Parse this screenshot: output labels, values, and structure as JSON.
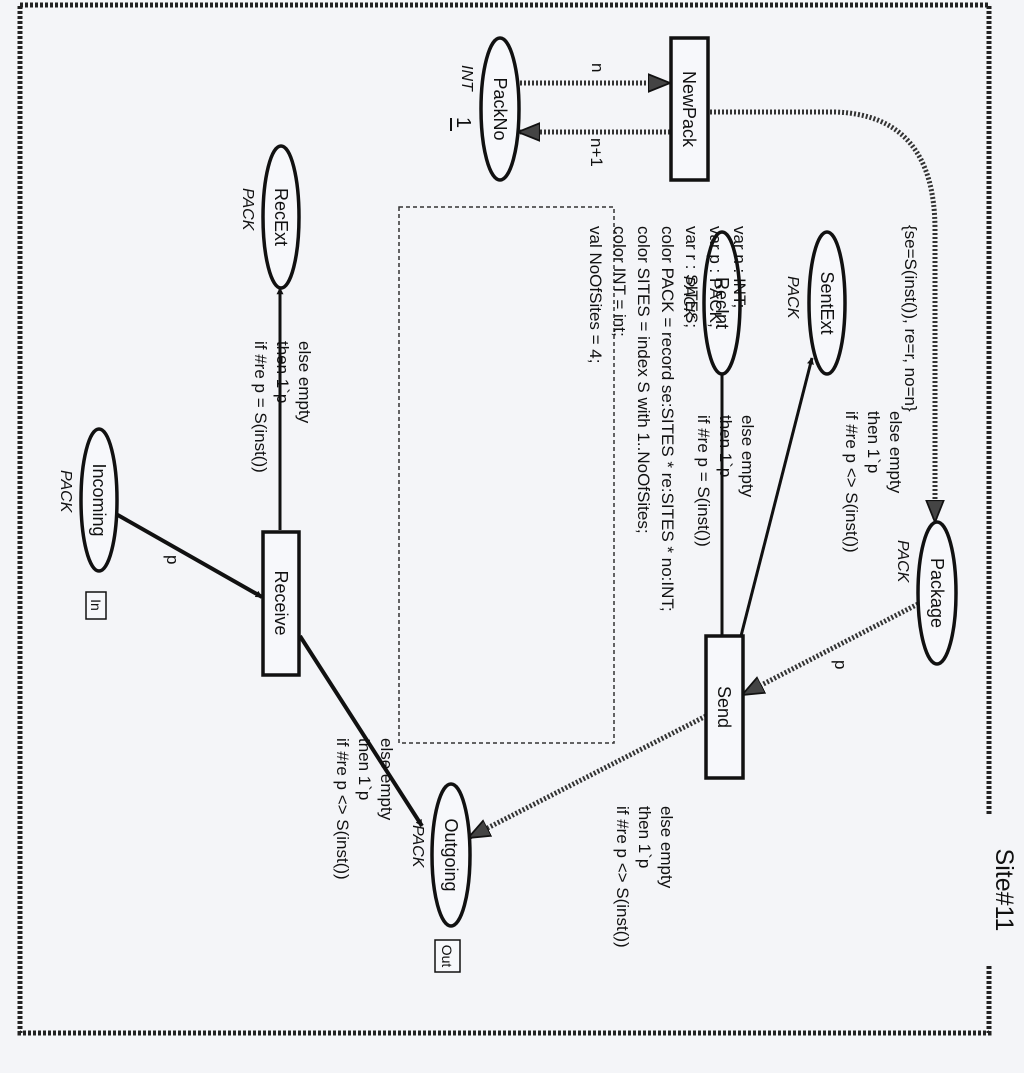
{
  "page": {
    "title": "Site#11"
  },
  "places": {
    "packno": {
      "name": "PackNo",
      "type": "INT",
      "marking": "1"
    },
    "recext": {
      "name": "RecExt",
      "type": "PACK"
    },
    "sentext": {
      "name": "SentExt",
      "type": "PACK"
    },
    "recint": {
      "name": "RecInt",
      "type": "PACK"
    },
    "incoming": {
      "name": "Incoming",
      "type": "PACK",
      "port": "In"
    },
    "package": {
      "name": "Package",
      "type": "PACK"
    },
    "outgoing": {
      "name": "Outgoing",
      "type": "PACK",
      "port": "Out"
    }
  },
  "transitions": {
    "newpack": {
      "name": "NewPack"
    },
    "receive": {
      "name": "Receive"
    },
    "send": {
      "name": "Send"
    }
  },
  "arcs": {
    "packno_newpack": "n",
    "newpack_packno": "n+1",
    "newpack_package": "{se=S(inst()), re=r, no=n}",
    "receive_recext": [
      "if #re p = S(inst())",
      "then 1`p",
      "else empty"
    ],
    "send_sentext": [
      "if #re p <> S(inst())",
      "then 1`p",
      "else empty"
    ],
    "send_recint": [
      "if #re p = S(inst())",
      "then 1`p",
      "else empty"
    ],
    "incoming_receive": "p",
    "package_send": "p",
    "receive_outgoing": [
      "if #re p <> S(inst())",
      "then 1`p",
      "else empty"
    ],
    "send_outgoing": [
      "if #re p <> S(inst())",
      "then 1`p",
      "else empty"
    ]
  },
  "declarations": [
    "val NoOfSites = 4;",
    "color INT = int;",
    "color SITES = index S with 1..NoOfSites;",
    "color PACK  = record se:SITES * re:SITES * no:INT;",
    "var r : SITES;",
    "var p : PACK;",
    "var n : INT;"
  ]
}
